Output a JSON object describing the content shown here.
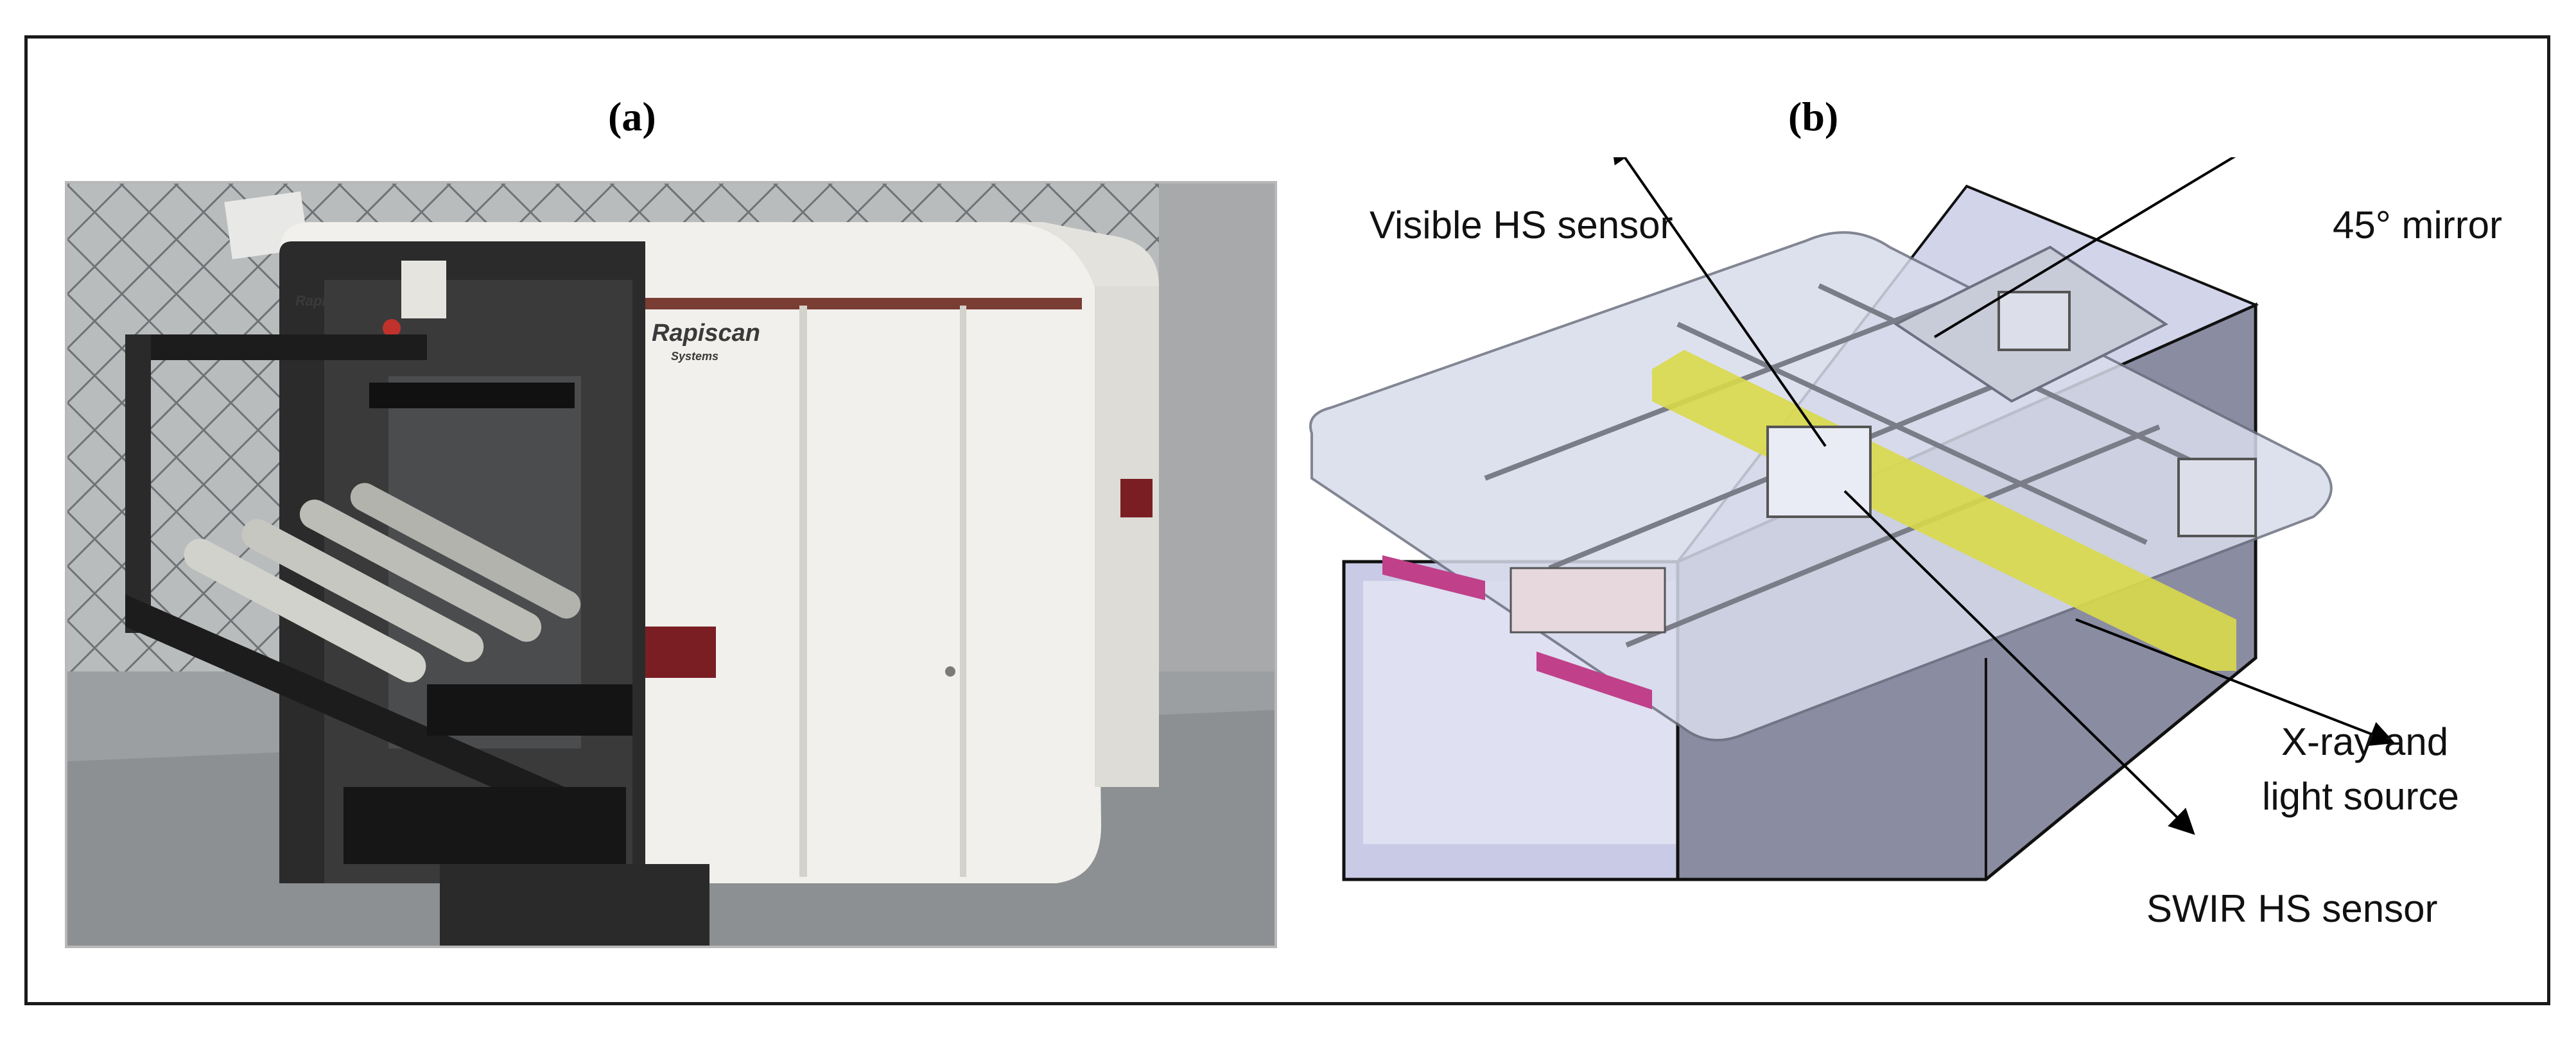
{
  "figure": {
    "panel_a_label": "(a)",
    "panel_b_label": "(b)",
    "photo": {
      "brand_main": "Rapiscan",
      "brand_sub": "Systems",
      "brand_small": "Rapiscan",
      "colors": {
        "cabinet": "#f2f0ec",
        "trim": "#7a1e24",
        "conveyor": "#1c1c1c",
        "floor": "#9b9fa1"
      }
    },
    "diagram": {
      "callouts": {
        "visible_sensor": "Visible HS sensor",
        "mirror": "45° mirror",
        "xray_line1": "X-ray and",
        "xray_line2": "light source",
        "swir_sensor": "SWIR HS sensor"
      },
      "colors": {
        "tunnel_inner": "#c9cbe6",
        "tunnel_dark": "#7d7f94",
        "cover": "#d8dceb",
        "yellow_band": "#d9d94a",
        "magenta_strip": "#c0408a"
      }
    }
  }
}
